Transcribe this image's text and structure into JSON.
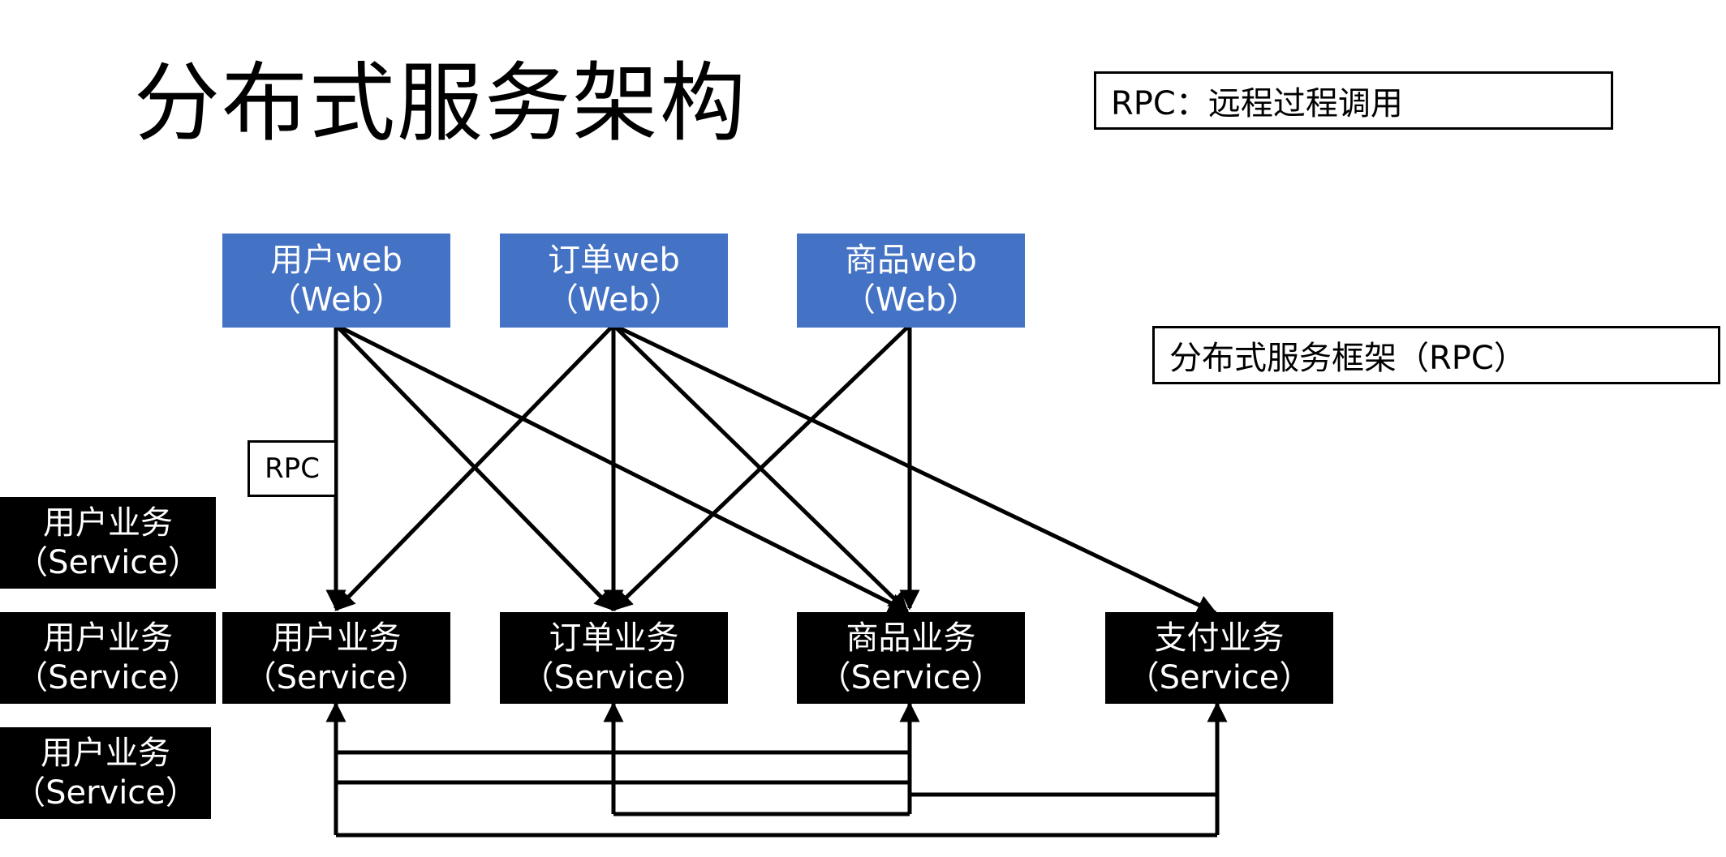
{
  "title": "分布式服务架构",
  "notes": {
    "rpc_definition": "RPC：远程过程调用",
    "framework": "分布式服务框架（RPC）"
  },
  "edge_label": "RPC",
  "web_nodes": [
    {
      "name": "用户web",
      "sub": "（Web）"
    },
    {
      "name": "订单web",
      "sub": "（Web）"
    },
    {
      "name": "商品web",
      "sub": "（Web）"
    }
  ],
  "service_nodes": [
    {
      "name": "用户业务",
      "sub": "（Service）"
    },
    {
      "name": "订单业务",
      "sub": "（Service）"
    },
    {
      "name": "商品业务",
      "sub": "（Service）"
    },
    {
      "name": "支付业务",
      "sub": "（Service）"
    }
  ],
  "side_replicas": [
    {
      "name": "用户业务",
      "sub": "（Service）"
    },
    {
      "name": "用户业务",
      "sub": "（Service）"
    },
    {
      "name": "用户业务",
      "sub": "（Service）"
    }
  ],
  "colors": {
    "web": "#4472c4",
    "service": "#000000",
    "line": "#000000"
  }
}
